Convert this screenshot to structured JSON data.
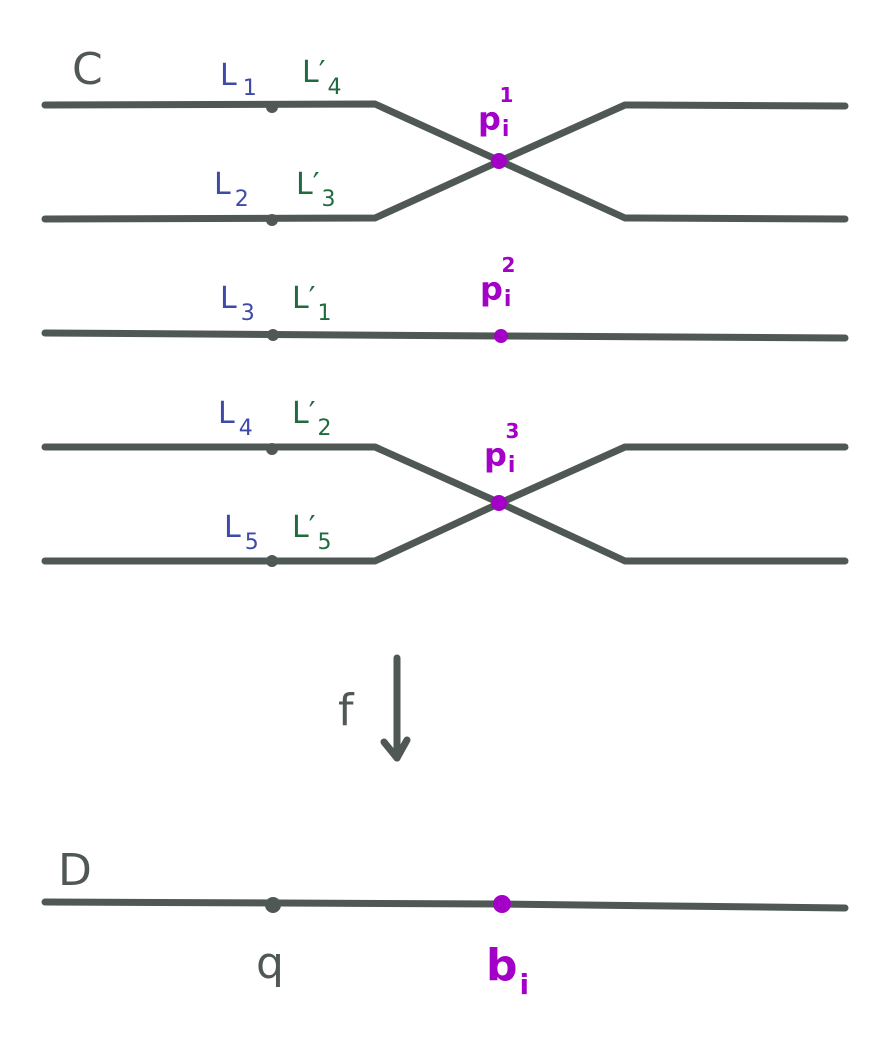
{
  "colors": {
    "curve": "#4f5855",
    "blue_label": "#3f49a8",
    "green_label": "#1f6b3d",
    "purple": "#a300c8"
  },
  "labels": {
    "C": "C",
    "D": "D",
    "f": "f",
    "q": "q",
    "b_main": "b",
    "b_sub": "i",
    "L": "L",
    "Lp": "L′",
    "p": "p",
    "p_sub": "i",
    "blue_subs": [
      "1",
      "2",
      "3",
      "4",
      "5"
    ],
    "green_subs": [
      "4",
      "3",
      "1",
      "2",
      "5"
    ],
    "p_sups": [
      "1",
      "2",
      "3"
    ]
  }
}
